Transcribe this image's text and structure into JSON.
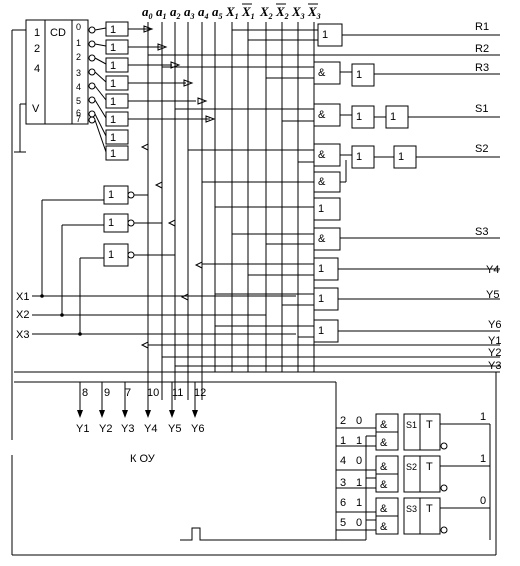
{
  "decoder": {
    "label": "CD",
    "inputs": [
      "1",
      "2",
      "4",
      "V"
    ],
    "outputs": [
      "0",
      "1",
      "2",
      "3",
      "4",
      "5",
      "6",
      "7"
    ]
  },
  "bus_labels": [
    {
      "base": "a",
      "sub": "0",
      "bar": false
    },
    {
      "base": "a",
      "sub": "1",
      "bar": false
    },
    {
      "base": "a",
      "sub": "2",
      "bar": false
    },
    {
      "base": "a",
      "sub": "3",
      "bar": false
    },
    {
      "base": "a",
      "sub": "4",
      "bar": false
    },
    {
      "base": "a",
      "sub": "5",
      "bar": false
    },
    {
      "base": "X",
      "sub": "1",
      "bar": false
    },
    {
      "base": "X",
      "sub": "1",
      "bar": true
    },
    {
      "base": "X",
      "sub": "2",
      "bar": false
    },
    {
      "base": "X",
      "sub": "2",
      "bar": true
    },
    {
      "base": "X",
      "sub": "3",
      "bar": false
    },
    {
      "base": "X",
      "sub": "3",
      "bar": true
    }
  ],
  "gate_symbols": {
    "or": "1",
    "and": "&",
    "trigger": "T"
  },
  "right_outputs": [
    "R1",
    "R2",
    "R3",
    "S1",
    "S2",
    "S3",
    "Y4",
    "Y5",
    "Y6",
    "Y1",
    "Y2",
    "Y3"
  ],
  "left_inputs": [
    "X1",
    "X2",
    "X3"
  ],
  "bottom_numbers": [
    "8",
    "9",
    "7",
    "10",
    "11",
    "12"
  ],
  "bottom_outputs": [
    "Y1",
    "Y2",
    "Y3",
    "Y4",
    "Y5",
    "Y6"
  ],
  "center_label": "К ОУ",
  "trigger_rows": [
    {
      "left": "2",
      "mid": "0",
      "s": "S1",
      "out": "1"
    },
    {
      "left": "1",
      "mid": "1",
      "s": "",
      "out": ""
    },
    {
      "left": "4",
      "mid": "0",
      "s": "S2",
      "out": "1"
    },
    {
      "left": "3",
      "mid": "1",
      "s": "",
      "out": ""
    },
    {
      "left": "6",
      "mid": "1",
      "s": "S3",
      "out": "0"
    },
    {
      "left": "5",
      "mid": "0",
      "s": "",
      "out": ""
    }
  ]
}
